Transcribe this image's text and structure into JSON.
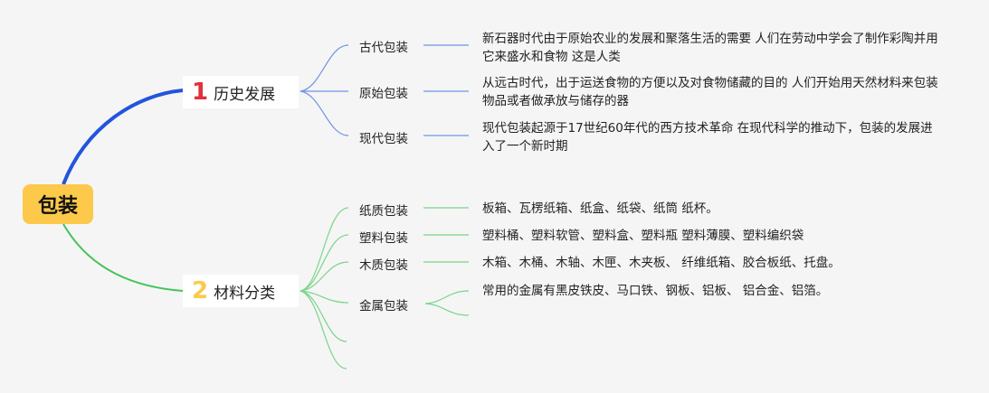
{
  "root": {
    "label": "包装"
  },
  "branches": [
    {
      "number": "1",
      "label": "历史发展",
      "children": [
        {
          "label": "古代包装",
          "description": "新石器时代由于原始农业的发展和聚落生活的需要 人们在劳动中学会了制作彩陶并用它来盛水和食物 这是人类"
        },
        {
          "label": "原始包装",
          "description": "从远古时代，出于运送食物的方便以及对食物储藏的目的 人们开始用天然材料来包装物品或者做承放与储存的器"
        },
        {
          "label": "现代包装",
          "description": "现代包装起源于17世纪60年代的西方技术革命 在现代科学的推动下，包装的发展进入了一个新时期"
        }
      ]
    },
    {
      "number": "2",
      "label": "材料分类",
      "children": [
        {
          "label": "纸质包装",
          "description": "板箱、瓦楞纸箱、纸盒、纸袋、纸筒 纸杯。"
        },
        {
          "label": "塑料包装",
          "description": "塑料桶、塑料软管、塑料盒、塑料瓶 塑料薄膜、塑料编织袋"
        },
        {
          "label": "木质包装",
          "description": "木箱、木桶、木轴、木匣、木夹板、 纤维纸箱、胶合板纸、托盘。"
        },
        {
          "label": "金属包装",
          "description": "常用的金属有黑皮铁皮、马口铁、钢板、铝板、 铝合金、铝箔。"
        }
      ]
    }
  ],
  "colors": {
    "background": "#f5f5f5",
    "root_fill": "#fcc94a",
    "branch1_line": "#2255dd",
    "branch1_sub_line": "#6f93e6",
    "branch2_line": "#44c45a",
    "branch2_sub_line": "#7ad489",
    "number1": "#e0303a",
    "number2": "#fcc94a"
  }
}
